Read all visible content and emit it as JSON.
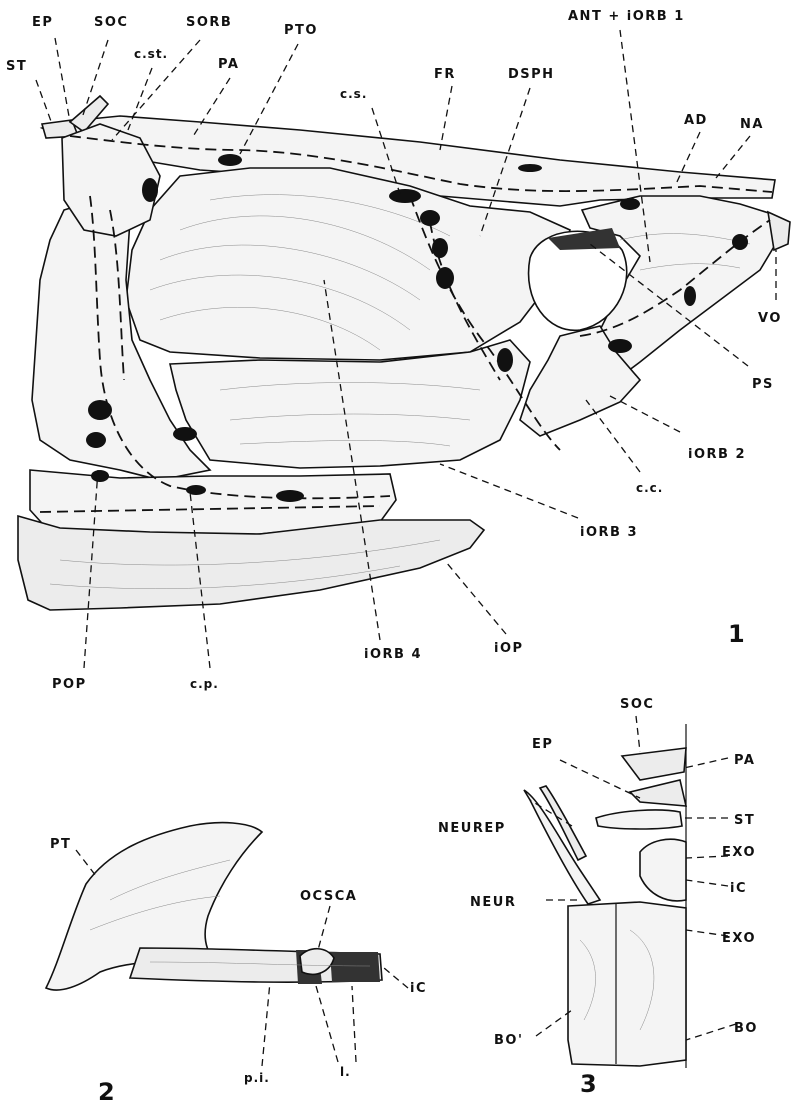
{
  "figure_numbers": {
    "fig1": "1",
    "fig2": "2",
    "fig3": "3"
  },
  "fig1": {
    "labels": {
      "ep": "EP",
      "soc": "SOC",
      "sorb": "SORB",
      "pto": "PTO",
      "ant_iorb1": "ANT + iORB 1",
      "st": "ST",
      "cst": "c.st.",
      "pa": "PA",
      "cs": "c.s.",
      "fr": "FR",
      "dsph": "DSPH",
      "ad": "AD",
      "na": "NA",
      "vo": "VO",
      "ps": "PS",
      "iorb2": "iORB 2",
      "cc": "c.c.",
      "iorb3": "iORB 3",
      "iorb4": "iORB 4",
      "iop": "iOP",
      "pop": "POP",
      "cp": "c.p."
    }
  },
  "fig2": {
    "labels": {
      "pt": "PT",
      "ocsca": "OCSCA",
      "ic": "iC",
      "pi": "p.i.",
      "l": "l."
    }
  },
  "fig3": {
    "labels": {
      "soc": "SOC",
      "ep": "EP",
      "pa": "PA",
      "st": "ST",
      "neurep": "NEUREP",
      "exo_upper": "EXO",
      "ic": "iC",
      "neur": "NEUR",
      "exo_lower": "EXO",
      "bo_prime": "BO'",
      "bo": "BO"
    }
  }
}
